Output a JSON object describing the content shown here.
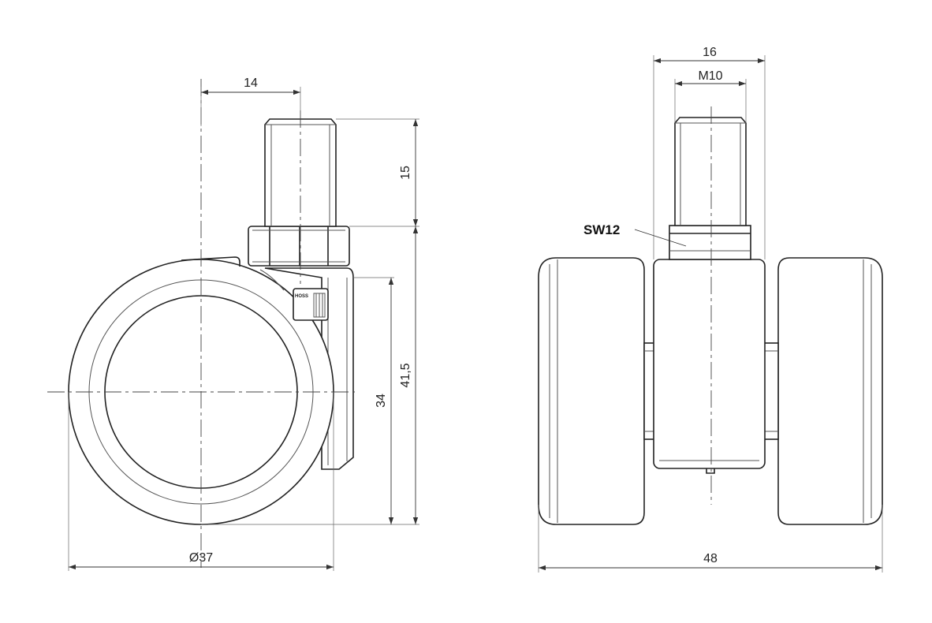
{
  "side_view": {
    "dim_stem_offset": "14",
    "dim_stem_length": "15",
    "dim_total_height": "41,5",
    "dim_housing_height": "34",
    "dim_wheel_diameter": "Ø37",
    "brand_mark": "HOSS"
  },
  "front_view": {
    "dim_housing_width": "16",
    "dim_thread": "M10",
    "dim_total_width": "48",
    "label_wrench": "SW12"
  }
}
